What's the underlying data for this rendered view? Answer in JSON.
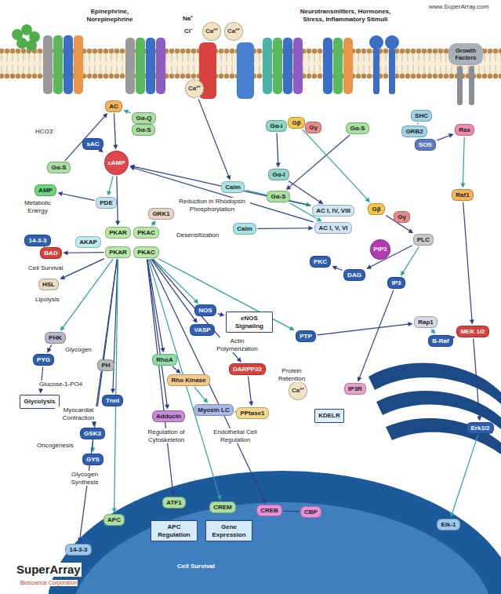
{
  "diagram": {
    "nodes": [
      {
        "text": [
          "Ca²⁺"
        ]
      },
      {
        "text": [
          "Ca²⁺"
        ]
      },
      {
        "text": [
          "AC"
        ]
      },
      {
        "text": [
          "Gα-Q"
        ]
      },
      {
        "text": [
          "Gα-S"
        ]
      },
      {
        "text": [
          "Gα-i"
        ]
      },
      {
        "text": [
          "Gβ"
        ]
      },
      {
        "text": [
          "Gγ"
        ]
      },
      {
        "text": [
          "Gα-S"
        ]
      },
      {
        "text": [
          "SHC"
        ]
      },
      {
        "text": [
          "GRB2"
        ]
      },
      {
        "text": [
          "SOS"
        ]
      },
      {
        "text": [
          "Ras"
        ]
      },
      {
        "text": [
          "Ca²⁺"
        ]
      },
      {
        "text": [
          "sAC"
        ]
      },
      {
        "text": [
          "Gα-S"
        ]
      },
      {
        "text": [
          "cAMP"
        ]
      },
      {
        "text": [
          "Gα-I"
        ]
      },
      {
        "text": [
          "Calm"
        ]
      },
      {
        "text": [
          "Gα-S"
        ]
      },
      {
        "text": [
          "Raf1"
        ]
      },
      {
        "text": [
          "AMP"
        ]
      },
      {
        "text": [
          "PDE"
        ]
      },
      {
        "text": [
          "GRK1"
        ]
      },
      {
        "text": [
          "Gβ"
        ]
      },
      {
        "text": [
          "Gγ"
        ]
      },
      {
        "text": [
          "AC I, IV, VIII"
        ]
      },
      {
        "text": [
          "Calm"
        ]
      },
      {
        "text": [
          "AC I, V, VI"
        ]
      },
      {
        "text": [
          "14-3-3"
        ]
      },
      {
        "text": [
          "BAD"
        ]
      },
      {
        "text": [
          "AKAP"
        ]
      },
      {
        "text": [
          "PKAR"
        ]
      },
      {
        "text": [
          "PKAC"
        ]
      },
      {
        "text": [
          "PKAR"
        ]
      },
      {
        "text": [
          "PKAC"
        ]
      },
      {
        "text": [
          "PLC"
        ]
      },
      {
        "text": [
          "PIP2"
        ]
      },
      {
        "text": [
          "PKC"
        ]
      },
      {
        "text": [
          "DAG"
        ]
      },
      {
        "text": [
          "IP3"
        ]
      },
      {
        "text": [
          "HSL"
        ]
      },
      {
        "text": [
          "NOS"
        ]
      },
      {
        "text": [
          "eNOS Signaling"
        ]
      },
      {
        "text": [
          "VASP"
        ]
      },
      {
        "text": [
          "PTP"
        ]
      },
      {
        "text": [
          "Rap1"
        ]
      },
      {
        "text": [
          "B-Raf"
        ]
      },
      {
        "text": [
          "MEK 1/2"
        ]
      },
      {
        "text": [
          "PHK"
        ]
      },
      {
        "text": [
          "PYG"
        ]
      },
      {
        "text": [
          "PH"
        ]
      },
      {
        "text": [
          "RhoA"
        ]
      },
      {
        "text": [
          "DARPP32"
        ]
      },
      {
        "text": [
          "Rho Kinase"
        ]
      },
      {
        "text": [
          "Ca²⁺"
        ]
      },
      {
        "text": [
          "IP3R"
        ]
      },
      {
        "text": [
          "Glycolysis"
        ]
      },
      {
        "text": [
          "TnnI"
        ]
      },
      {
        "text": [
          "Adducin"
        ]
      },
      {
        "text": [
          "Myosin LC"
        ]
      },
      {
        "text": [
          "PPtase1"
        ]
      },
      {
        "text": [
          "KDELR"
        ]
      },
      {
        "text": [
          "GSK3"
        ]
      },
      {
        "text": [
          "Erk1/2"
        ]
      },
      {
        "text": [
          "GYS"
        ]
      },
      {
        "text": [
          "ATF1"
        ]
      },
      {
        "text": [
          "CREM"
        ]
      },
      {
        "text": [
          "CREB"
        ]
      },
      {
        "text": [
          "CBP"
        ]
      },
      {
        "text": [
          "APC"
        ]
      },
      {
        "text": [
          "Elk-1"
        ]
      },
      {
        "text": [
          "APC Regulation"
        ]
      },
      {
        "text": [
          "Gene Expression"
        ]
      },
      {
        "text": [
          "14-3-3"
        ]
      }
    ],
    "edges": [
      {
        "from": 15,
        "to": 2,
        "arrow": "to"
      },
      {
        "from": 3,
        "to": 2,
        "arrow": "to"
      },
      {
        "from": 2,
        "to": 16,
        "arrow": "to"
      },
      {
        "from": 14,
        "to": 16,
        "arrow": "to"
      },
      {
        "from": 16,
        "to": 22,
        "arrow": "to"
      },
      {
        "from": 22,
        "to": 21,
        "arrow": "to"
      },
      {
        "from": 16,
        "to": 32,
        "arrow": "to"
      },
      {
        "from": 33,
        "to": 23,
        "arrow": "to"
      },
      {
        "from": 34,
        "to": 30,
        "arrow": "to"
      },
      {
        "from": 34,
        "to": 41,
        "arrow": "to"
      },
      {
        "from": 34,
        "to": 49,
        "arrow": "to"
      },
      {
        "from": 49,
        "to": 50,
        "arrow": "to"
      },
      {
        "from": 50,
        "to": 57,
        "arrow": "to"
      },
      {
        "from": 35,
        "to": 42,
        "arrow": "to"
      },
      {
        "from": 42,
        "to": 43,
        "arrow": "to"
      },
      {
        "from": 35,
        "to": 44,
        "arrow": "to"
      },
      {
        "from": 35,
        "to": 45,
        "arrow": "to"
      },
      {
        "from": 35,
        "to": 52,
        "arrow": "to"
      },
      {
        "from": 52,
        "to": 54,
        "arrow": "to"
      },
      {
        "from": 54,
        "to": 60,
        "arrow": "to"
      },
      {
        "from": 35,
        "to": 53,
        "arrow": "to"
      },
      {
        "from": 53,
        "to": 61,
        "arrow": "to"
      },
      {
        "from": 61,
        "to": 60,
        "arrow": "to"
      },
      {
        "from": 34,
        "to": 58,
        "arrow": "to"
      },
      {
        "from": 34,
        "to": 63,
        "arrow": "to"
      },
      {
        "from": 63,
        "to": 65,
        "arrow": "to"
      },
      {
        "from": 35,
        "to": 59,
        "arrow": "to"
      },
      {
        "from": 35,
        "to": 66,
        "arrow": "to"
      },
      {
        "from": 35,
        "to": 67,
        "arrow": "to"
      },
      {
        "from": 35,
        "to": 68,
        "arrow": "to"
      },
      {
        "from": 68,
        "to": 69,
        "arrow": "none"
      },
      {
        "from": 34,
        "to": 70,
        "arrow": "to"
      },
      {
        "from": 34,
        "to": 74,
        "arrow": "to"
      },
      {
        "from": 13,
        "to": 18,
        "arrow": "to"
      },
      {
        "from": 18,
        "to": 26,
        "arrow": "to"
      },
      {
        "from": 27,
        "to": 28,
        "arrow": "to"
      },
      {
        "from": 17,
        "to": 26,
        "arrow": "to"
      },
      {
        "from": 19,
        "to": 28,
        "arrow": "to"
      },
      {
        "from": 5,
        "to": 17,
        "arrow": "to"
      },
      {
        "from": 8,
        "to": 19,
        "arrow": "to"
      },
      {
        "from": 6,
        "to": 24,
        "arrow": "to"
      },
      {
        "from": 24,
        "to": 36,
        "arrow": "to"
      },
      {
        "from": 36,
        "to": 39,
        "arrow": "to"
      },
      {
        "from": 36,
        "to": 40,
        "arrow": "to"
      },
      {
        "from": 39,
        "to": 38,
        "arrow": "to"
      },
      {
        "from": 40,
        "to": 56,
        "arrow": "to"
      },
      {
        "from": 9,
        "to": 10,
        "arrow": "none"
      },
      {
        "from": 10,
        "to": 11,
        "arrow": "none"
      },
      {
        "from": 11,
        "to": 12,
        "arrow": "to"
      },
      {
        "from": 12,
        "to": 20,
        "arrow": "to"
      },
      {
        "from": 20,
        "to": 48,
        "arrow": "to"
      },
      {
        "from": 45,
        "to": 46,
        "arrow": "to"
      },
      {
        "from": 46,
        "to": 47,
        "arrow": "to"
      },
      {
        "from": 47,
        "to": 48,
        "arrow": "to"
      },
      {
        "from": 48,
        "to": 64,
        "arrow": "to"
      },
      {
        "from": 64,
        "to": 71,
        "arrow": "to"
      },
      {
        "from": 26,
        "to": 16,
        "arrow": "to"
      },
      {
        "from": 28,
        "to": 16,
        "arrow": "to"
      },
      {
        "from": 30,
        "to": 29,
        "arrow": "none"
      }
    ],
    "labels": [
      "www.SuperArray.com",
      "Epinephrine, Norepinephrine",
      "Na⁺",
      "Cl⁻",
      "Neurotransmitters, Hormones, Stress, Inflammatory Stimuli",
      "Growth Factors",
      "HCO3⁻",
      "Metabolic Energy",
      "Reduction in Rhodopsin Phosphorylation",
      "Desensitization",
      "Cell Survival",
      "Lipolysis",
      "Actin Polymerization",
      "Glycogen",
      "Glucose-1-PO4",
      "Myocardial Contraction",
      "Oncogenesis",
      "Glycogen Synthesis",
      "Regulation of Cytoskeleton",
      "Endothelial Cell Regulation",
      "Protein Retention",
      "Cell Survival",
      "SuperArray",
      "Bioscience Corporation"
    ]
  }
}
